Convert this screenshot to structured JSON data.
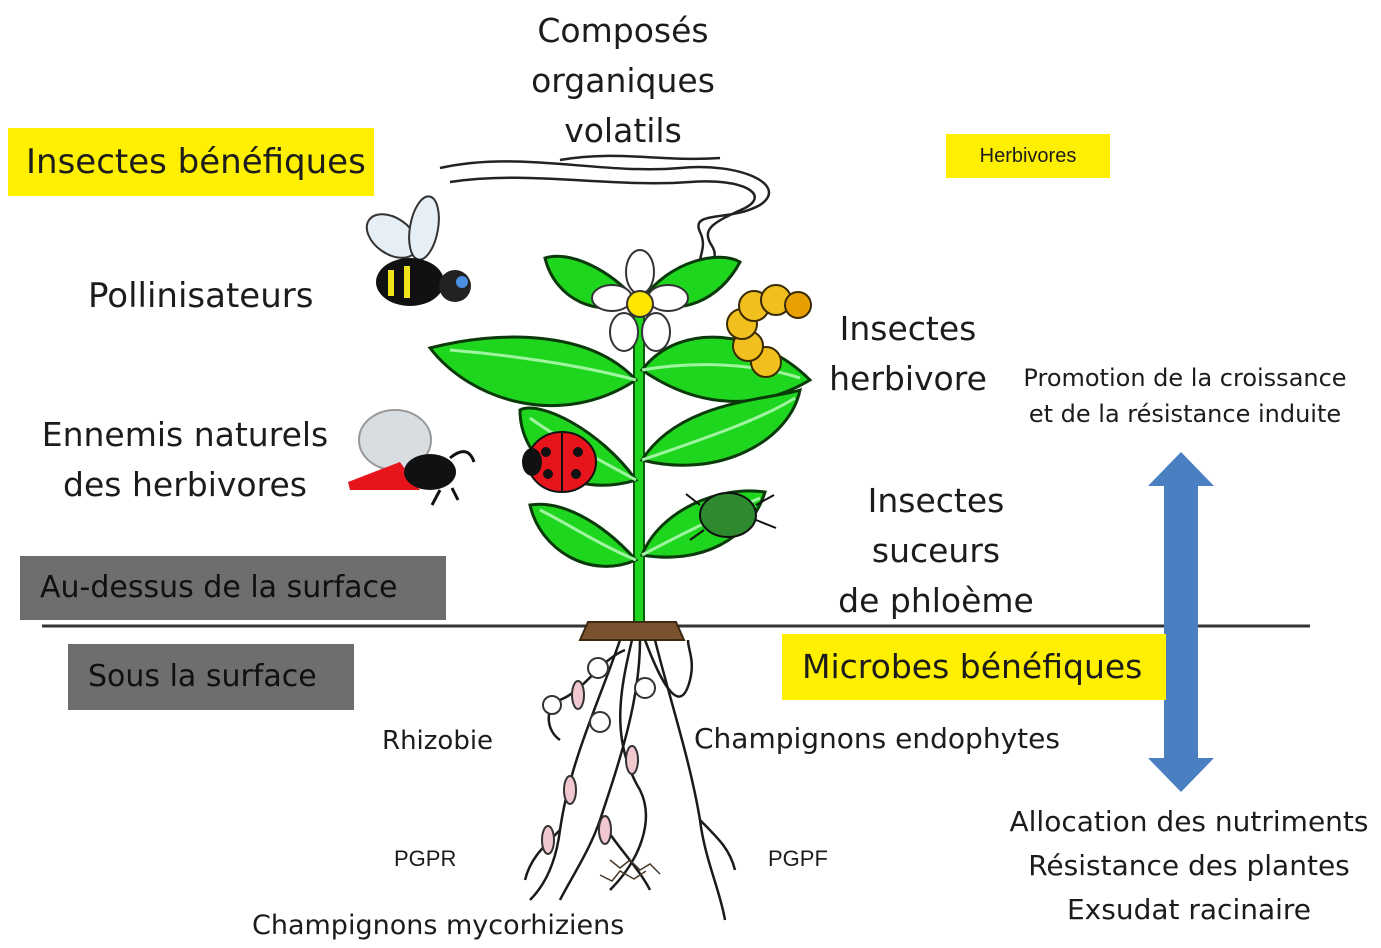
{
  "labels": {
    "voc": "Composés\norganiques\nvolatils",
    "beneficial_insects": "Insectes bénéfiques",
    "herbivores": "Herbivores",
    "pollinators": "Pollinisateurs",
    "natural_enemies": "Ennemis naturels\ndes herbivores",
    "herbivore_insects": "Insectes\nherbivore",
    "growth_promotion": "Promotion de la croissance\net de la résistance induite",
    "phloem_insects": "Insectes suceurs\nde phloème",
    "above_surface": "Au-dessus de la surface",
    "below_surface": "Sous la surface",
    "beneficial_microbes": "Microbes bénéfiques",
    "rhizobia": "Rhizobie",
    "endophytic_fungi": "Champignons endophytes",
    "pgpr": "PGPR",
    "pgpf": "PGPF",
    "mycorrhizal_fungi": "Champignons mycorhiziens",
    "bottom_effects": "Allocation des nutriments\nRésistance des plantes\nExsudat racinaire"
  },
  "colors": {
    "highlight_yellow": "#ffef00",
    "surface_box_grey": "#6e6e6e",
    "leaf_green": "#1fd61f",
    "arrow_blue": "#4a7fc1",
    "soil_brown": "#7a5230"
  }
}
